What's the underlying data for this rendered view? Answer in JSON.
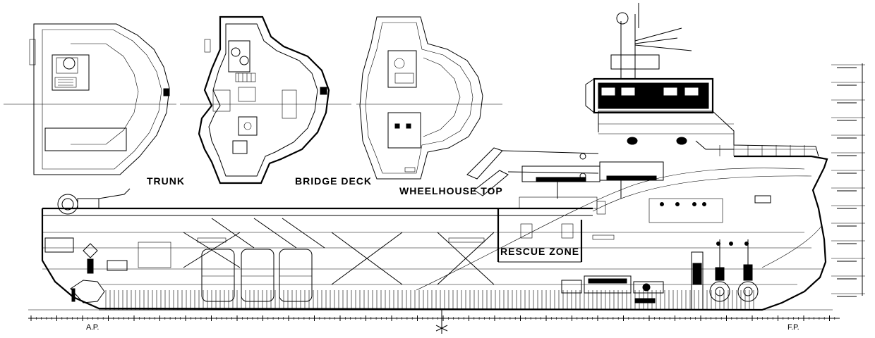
{
  "plans": {
    "trunk": "TRUNK",
    "bridge_deck": "BRIDGE DECK",
    "wheelhouse_top": "WHEELHOUSE TOP"
  },
  "profile": {
    "rescue_zone": "RESCUE ZONE",
    "aft_perpendicular": "A.P.",
    "forward_perpendicular": "F.P."
  },
  "colors": {
    "ink": "#000000",
    "paper": "#ffffff"
  }
}
